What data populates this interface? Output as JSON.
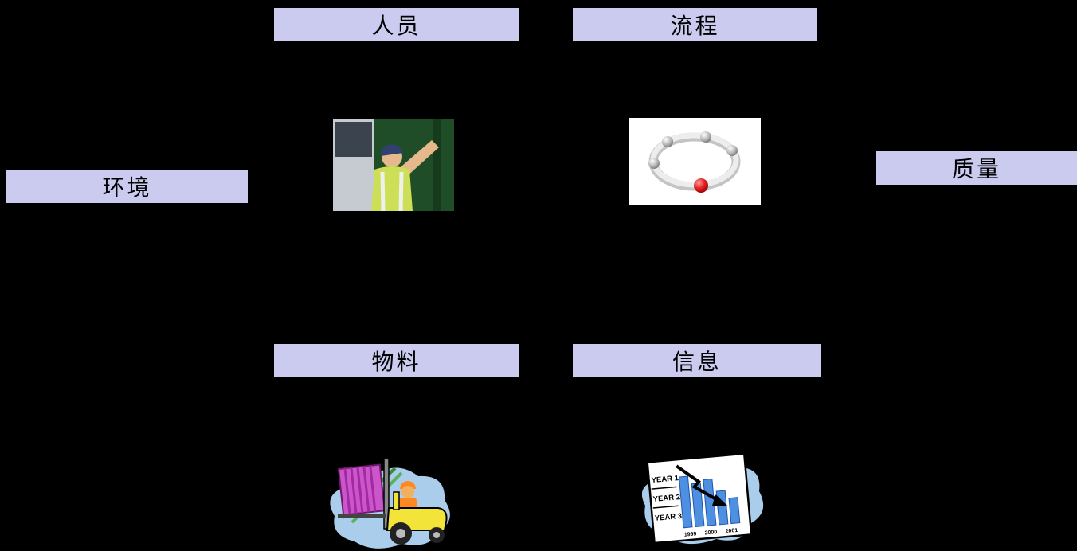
{
  "slide": {
    "background_color": "#000000",
    "label_box_color": "#cbcbf0",
    "labels": {
      "personnel": "人员",
      "process": "流程",
      "environment": "环境",
      "quality": "质量",
      "materials": "物料",
      "information": "信息"
    },
    "images": {
      "personnel": "worker-at-truck-photo",
      "process": "cycle-of-spheres-diagram",
      "materials": "forklift-clipart",
      "information": "declining-bar-chart-clipart"
    },
    "chart_clipart": {
      "rows": [
        "YEAR 1",
        "YEAR 2",
        "YEAR 3"
      ],
      "years": [
        "1999",
        "2000",
        "2001"
      ]
    }
  }
}
